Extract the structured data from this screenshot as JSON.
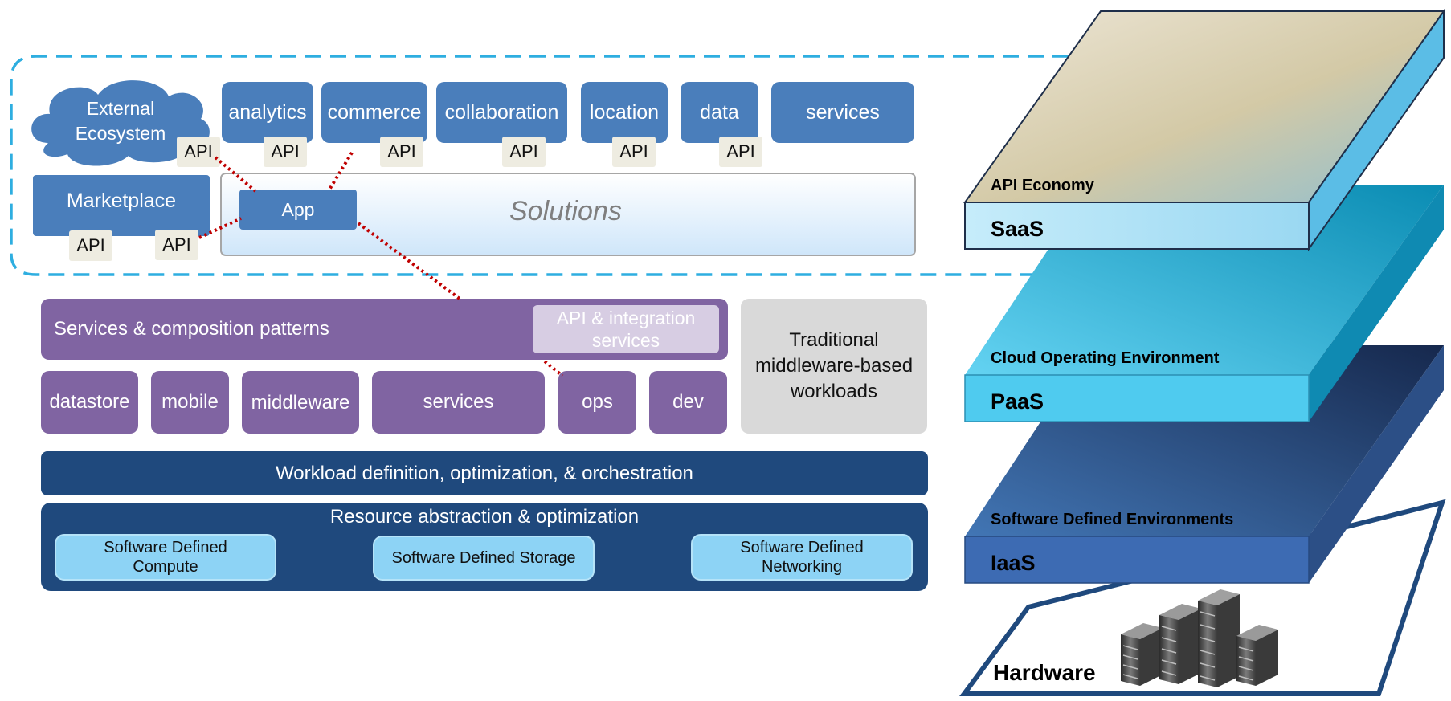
{
  "cloud": {
    "line1": "External",
    "line2": "Ecosystem"
  },
  "api_label": "API",
  "service_tiles": [
    "analytics",
    "commerce",
    "collaboration",
    "location",
    "data",
    "services"
  ],
  "marketplace": "Marketplace",
  "app": "App",
  "solutions": "Solutions",
  "services_composition": "Services & composition patterns",
  "api_integration": {
    "line1": "API & integration",
    "line2": "services"
  },
  "traditional": {
    "line1": "Traditional",
    "line2": "middleware-based",
    "line3": "workloads"
  },
  "runtime_tiles": [
    "datastore",
    "mobile",
    "middleware",
    "services",
    "ops",
    "dev"
  ],
  "workload_bar": "Workload definition, optimization, & orchestration",
  "resource_bar": {
    "title": "Resource abstraction & optimization",
    "compute": {
      "line1": "Software Defined",
      "line2": "Compute"
    },
    "storage": "Software Defined Storage",
    "networking": {
      "line1": "Software Defined",
      "line2": "Networking"
    }
  },
  "stack": {
    "saas": {
      "top": "API Economy",
      "front": "SaaS"
    },
    "paas": {
      "top": "Cloud Operating Environment",
      "front": "PaaS"
    },
    "iaas": {
      "top": "Software Defined Environments",
      "front": "IaaS"
    },
    "hardware": "Hardware"
  },
  "colors": {
    "tile_blue": "#4a7ebb",
    "purple": "#8064a2",
    "dark_navy": "#1f497d",
    "light_blue": "#8dd3f5",
    "dashed_border": "#2eaee0",
    "dotted_link": "#c00000"
  }
}
